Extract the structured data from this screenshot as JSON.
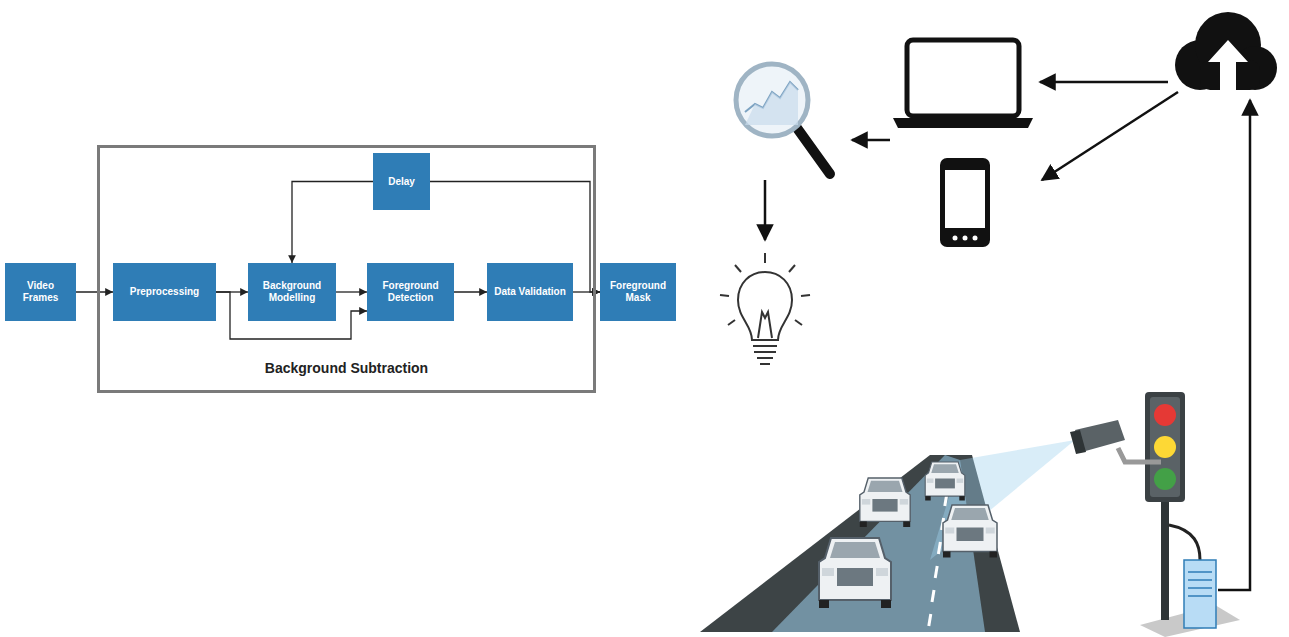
{
  "diagram": {
    "nodes": [
      {
        "text": [
          "Video Frames"
        ]
      },
      {
        "text": [
          "Background Subtraction"
        ]
      },
      {
        "text": [
          "Preprocessing"
        ],
        "in": 1
      },
      {
        "text": [
          "Delay"
        ],
        "in": 1
      },
      {
        "text": [
          "Background Modelling"
        ],
        "in": 1
      },
      {
        "text": [
          "Foreground Detection"
        ],
        "in": 1
      },
      {
        "text": [
          "Data Validation"
        ],
        "in": 1
      },
      {
        "text": [
          "Foreground Mask"
        ]
      }
    ],
    "edges": [
      {
        "from": 0,
        "to": 2,
        "arrow": "to"
      },
      {
        "from": 2,
        "to": 4,
        "arrow": "to"
      },
      {
        "from": 2,
        "to": 5,
        "arrow": "to"
      },
      {
        "from": 4,
        "to": 5,
        "arrow": "to"
      },
      {
        "from": 5,
        "to": 6,
        "arrow": "to"
      },
      {
        "from": 6,
        "to": 7,
        "arrow": "to"
      },
      {
        "from": 3,
        "to": 4,
        "arrow": "to"
      },
      {
        "from": 3,
        "to": 7,
        "arrow": "to"
      }
    ]
  }
}
